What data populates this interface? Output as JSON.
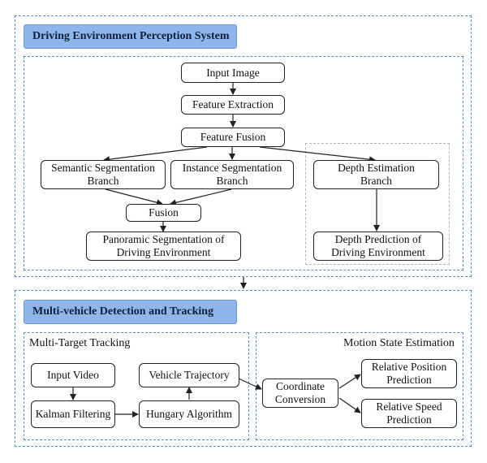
{
  "perception": {
    "title": "Driving Environment Perception System",
    "nodes": {
      "input_image": "Input Image",
      "feature_extraction": "Feature Extraction",
      "feature_fusion": "Feature Fusion",
      "semantic_branch": [
        "Semantic Segmentation",
        "Branch"
      ],
      "instance_branch": [
        "Instance Segmentation",
        "Branch"
      ],
      "depth_branch": [
        "Depth Estimation",
        "Branch"
      ],
      "fusion": "Fusion",
      "panoramic": [
        "Panoramic Segmentation of",
        "Driving Environment"
      ],
      "depth_prediction": [
        "Depth Prediction of",
        "Driving Environment"
      ]
    }
  },
  "tracking": {
    "title": "Multi-vehicle Detection and Tracking",
    "multi_target_label": "Multi-Target Tracking",
    "motion_label": "Motion State Estimation",
    "nodes": {
      "input_video": "Input Video",
      "kalman": "Kalman Filtering",
      "hungary": "Hungary Algorithm",
      "trajectory": "Vehicle Trajectory",
      "coordinate": [
        "Coordinate",
        "Conversion"
      ],
      "rel_position": [
        "Relative Position",
        "Prediction"
      ],
      "rel_speed": [
        "Relative Speed",
        "Prediction"
      ]
    }
  }
}
